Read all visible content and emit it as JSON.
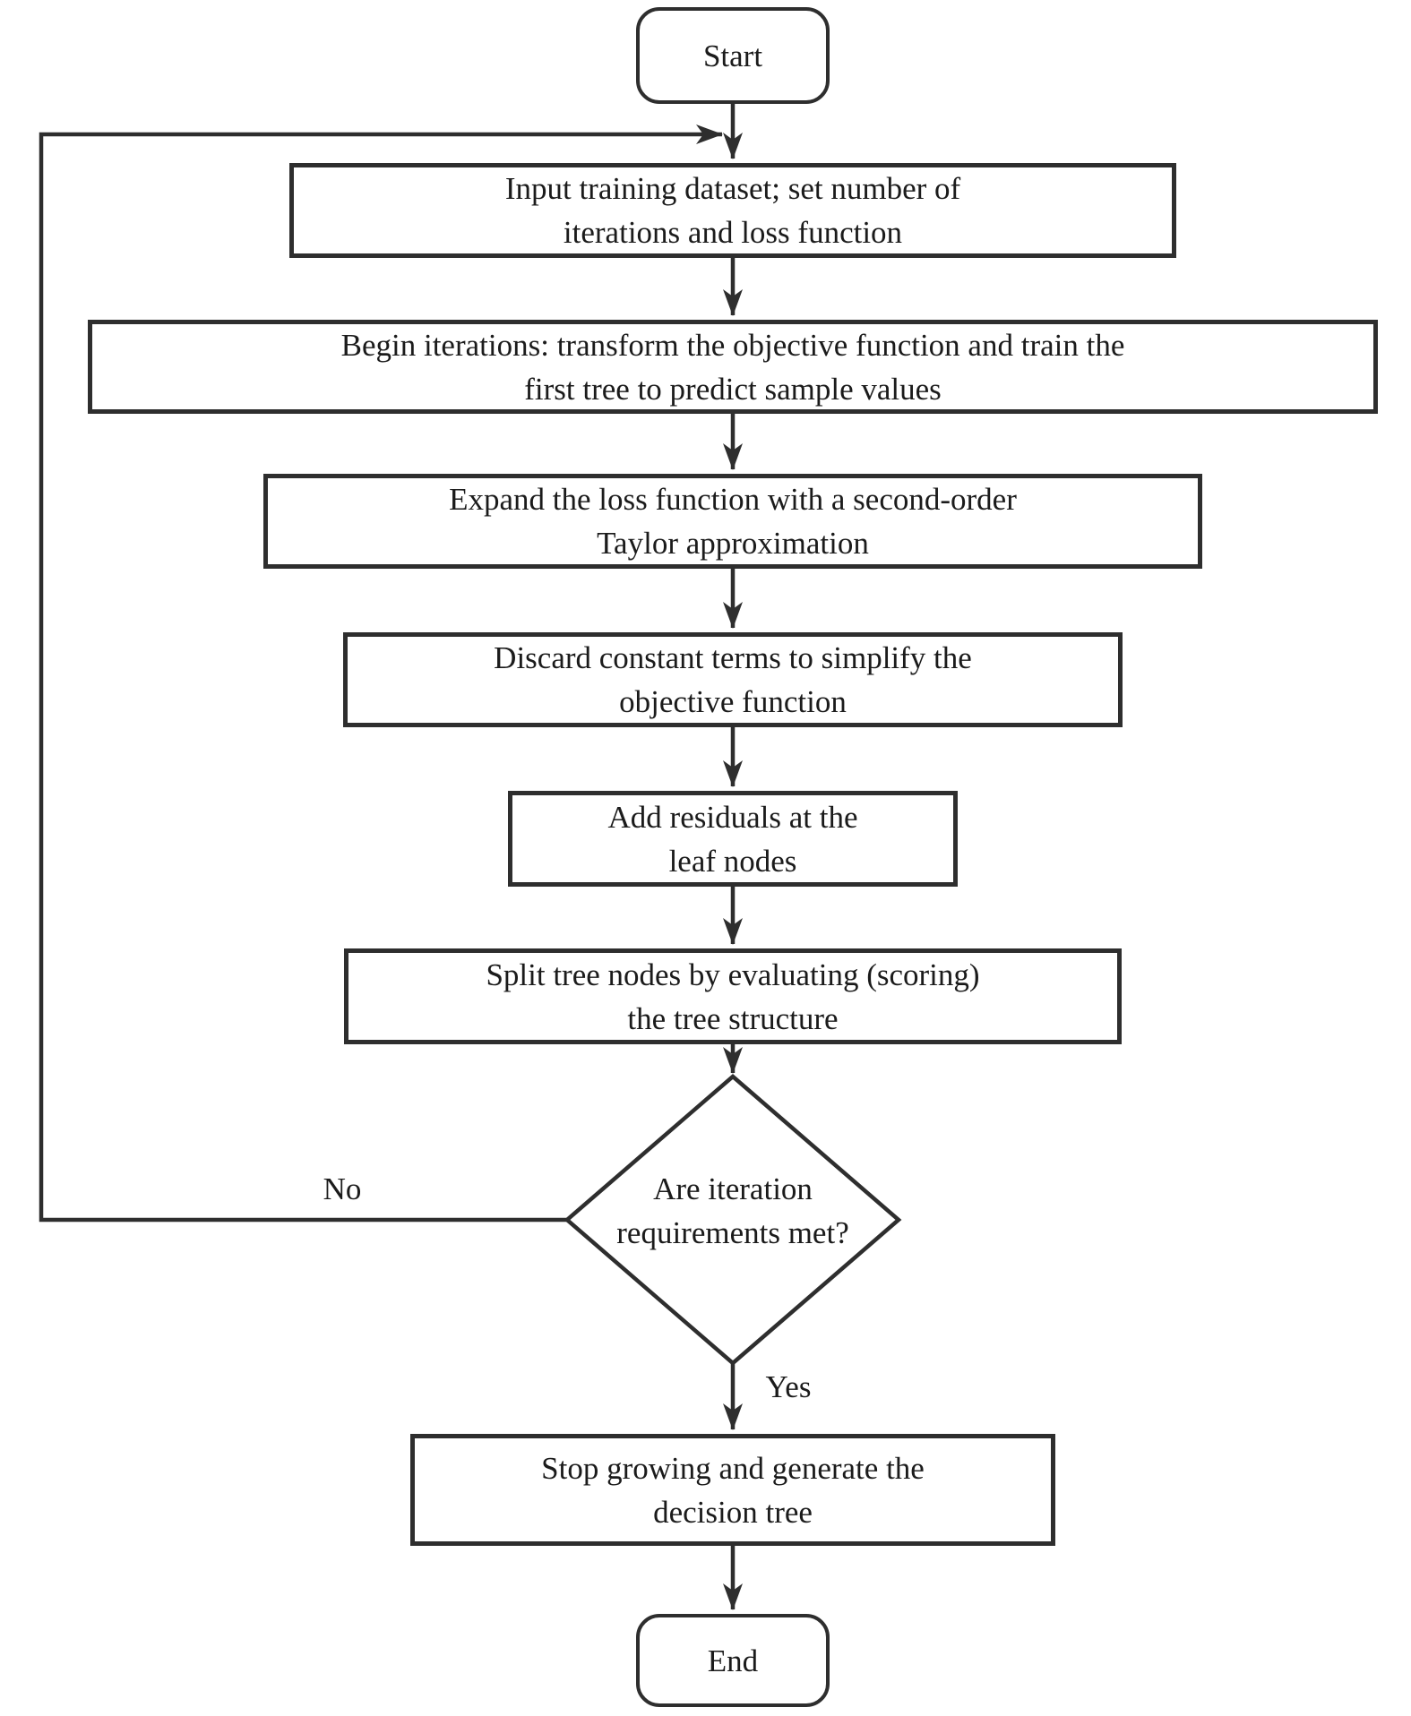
{
  "flowchart": {
    "nodes": {
      "start": {
        "type": "terminator",
        "lines": [
          "Start"
        ]
      },
      "input": {
        "type": "process",
        "lines": [
          "Input training dataset; set number of",
          "iterations and loss function"
        ]
      },
      "begin": {
        "type": "process",
        "lines": [
          "Begin iterations: transform the objective function and train the",
          "first tree to predict sample values"
        ]
      },
      "expand": {
        "type": "process",
        "lines": [
          "Expand the loss function with a second-order",
          "Taylor approximation"
        ]
      },
      "discard": {
        "type": "process",
        "lines": [
          "Discard constant terms to simplify the",
          "objective function"
        ]
      },
      "residuals": {
        "type": "process",
        "lines": [
          "Add residuals at the",
          "leaf nodes"
        ]
      },
      "split": {
        "type": "process",
        "lines": [
          "Split tree nodes by evaluating (scoring)",
          "the tree structure"
        ]
      },
      "decision": {
        "type": "decision",
        "lines": [
          "Are iteration",
          "requirements met?"
        ]
      },
      "stop": {
        "type": "process",
        "lines": [
          "Stop growing and generate the",
          "decision tree"
        ]
      },
      "end": {
        "type": "terminator",
        "lines": [
          "End"
        ]
      }
    },
    "edge_labels": {
      "no": "No",
      "yes": "Yes"
    },
    "colors": {
      "line": "#2e2e2e",
      "text": "#1b1b1b",
      "background": "#ffffff"
    }
  }
}
